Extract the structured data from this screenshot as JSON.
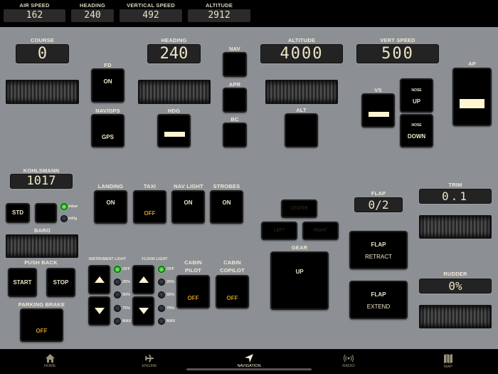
{
  "topbar": {
    "items": [
      {
        "label": "AIR SPEED",
        "value": "162"
      },
      {
        "label": "HEADING",
        "value": "240"
      },
      {
        "label": "VERTICAL SPEED",
        "value": "492"
      },
      {
        "label": "ALTITUDE",
        "value": "2912"
      }
    ]
  },
  "autopilot": {
    "course": {
      "label": "COURSE",
      "value": "0"
    },
    "heading": {
      "label": "HEADING",
      "value": "240"
    },
    "altitude": {
      "label": "ALTITUDE",
      "value": "4000"
    },
    "vert_speed": {
      "label": "VERT SPEED",
      "value": "500"
    },
    "fd": {
      "label": "FD",
      "state": "ON"
    },
    "nav_gps": {
      "label": "NAV/GPS",
      "state": "GPS"
    },
    "hdg": {
      "label": "HDG"
    },
    "nav": {
      "label": "NAV"
    },
    "apr": {
      "label": "APR"
    },
    "bc": {
      "label": "BC"
    },
    "alt": {
      "label": "ALT"
    },
    "vs": {
      "label": "VS"
    },
    "nose_up": {
      "small": "NOSE",
      "label": "UP"
    },
    "nose_down": {
      "small": "NOSE",
      "label": "DOWN"
    },
    "ap": {
      "label": "AP"
    }
  },
  "kohlsmann": {
    "label": "KOHLSMANN",
    "value": "1017",
    "std": "STD",
    "unit_mbar": "mbar",
    "unit_inhg": "inHg",
    "selected_unit": "mbar",
    "baro_label": "BARO"
  },
  "lights": {
    "landing": {
      "label": "LANDING",
      "state": "ON"
    },
    "taxi": {
      "label": "TAXI",
      "state": "OFF"
    },
    "nav_light": {
      "label": "NAV LIGHT",
      "state": "ON"
    },
    "strobes": {
      "label": "STROBES",
      "state": "ON"
    }
  },
  "pushback": {
    "label": "PUSH BACK",
    "start": "START",
    "stop": "STOP"
  },
  "parking_brake": {
    "label": "PARKING BRAKE",
    "state": "OFF"
  },
  "instrument_light": {
    "label": "INSTRUMENT LIGHT",
    "levels": [
      "OFF",
      "25%",
      "50%",
      "75%",
      "MAX"
    ],
    "selected": "OFF"
  },
  "flood_light": {
    "label": "FLOOD LIGHT",
    "levels": [
      "OFF",
      "25%",
      "50%",
      "75%",
      "MAX"
    ],
    "selected": "OFF"
  },
  "cabin_pilot": {
    "label1": "CABIN",
    "label2": "PILOT",
    "state": "OFF"
  },
  "cabin_copilot": {
    "label1": "CABIN",
    "label2": "COPILOT",
    "state": "OFF"
  },
  "gear": {
    "label": "GEAR",
    "state": "UP",
    "center": "CENTER",
    "left": "LEFT",
    "right": "RIGHT"
  },
  "flap": {
    "label": "FLAP",
    "value": "0/2",
    "retract_l1": "FLAP",
    "retract_l2": "RETRACT",
    "extend_l1": "FLAP",
    "extend_l2": "EXTEND"
  },
  "trim": {
    "label": "TRIM",
    "value": "0.1"
  },
  "rudder": {
    "label": "RUDDER",
    "value": "0%"
  },
  "tabs": [
    {
      "label": "HOME",
      "icon": "home-icon"
    },
    {
      "label": "ENGINE",
      "icon": "airplane-icon"
    },
    {
      "label": "NAVIGATION",
      "icon": "navigation-arrow-icon",
      "active": true
    },
    {
      "label": "RADIO",
      "icon": "radio-waves-icon"
    },
    {
      "label": "MAP",
      "icon": "map-icon"
    }
  ]
}
